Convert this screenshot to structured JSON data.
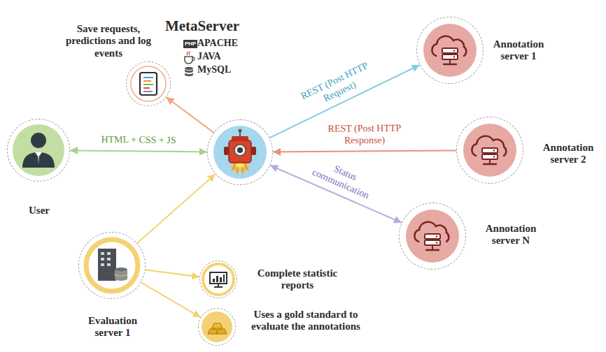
{
  "diagram": {
    "nodes": [
      {
        "text": [
          "Save requests, predictions and log events"
        ]
      },
      {
        "text": [
          "MetaServer"
        ]
      },
      {
        "text": [
          "Annotation server 1"
        ]
      },
      {
        "text": [
          "User"
        ]
      },
      {
        "text": [
          "Annotation server 2"
        ]
      },
      {
        "text": [
          "Annotation server N"
        ]
      },
      {
        "text": [
          "Evaluation server 1"
        ]
      },
      {
        "text": [
          "Complete statistic reports"
        ]
      },
      {
        "text": [
          "Uses a gold standard to evaluate the annotations"
        ]
      }
    ],
    "edges": [
      {
        "from": 1,
        "to": 0,
        "arrow": "to"
      },
      {
        "from": 3,
        "to": 1,
        "label": "HTML + CSS + JS",
        "arrow": "both"
      },
      {
        "from": 1,
        "to": 2,
        "label": "REST (Post HTTP Request)",
        "arrow": "to"
      },
      {
        "from": 4,
        "to": 1,
        "label": "REST (Post HTTP Response)",
        "arrow": "to"
      },
      {
        "from": 1,
        "to": 5,
        "label": "Status communication",
        "arrow": "both"
      },
      {
        "from": 6,
        "to": 1,
        "arrow": "to"
      },
      {
        "from": 6,
        "to": 7,
        "arrow": "to"
      },
      {
        "from": 6,
        "to": 8,
        "arrow": "to"
      }
    ],
    "labels": [
      "PHP",
      "APACHE",
      "JAVA",
      "MySQL"
    ]
  }
}
